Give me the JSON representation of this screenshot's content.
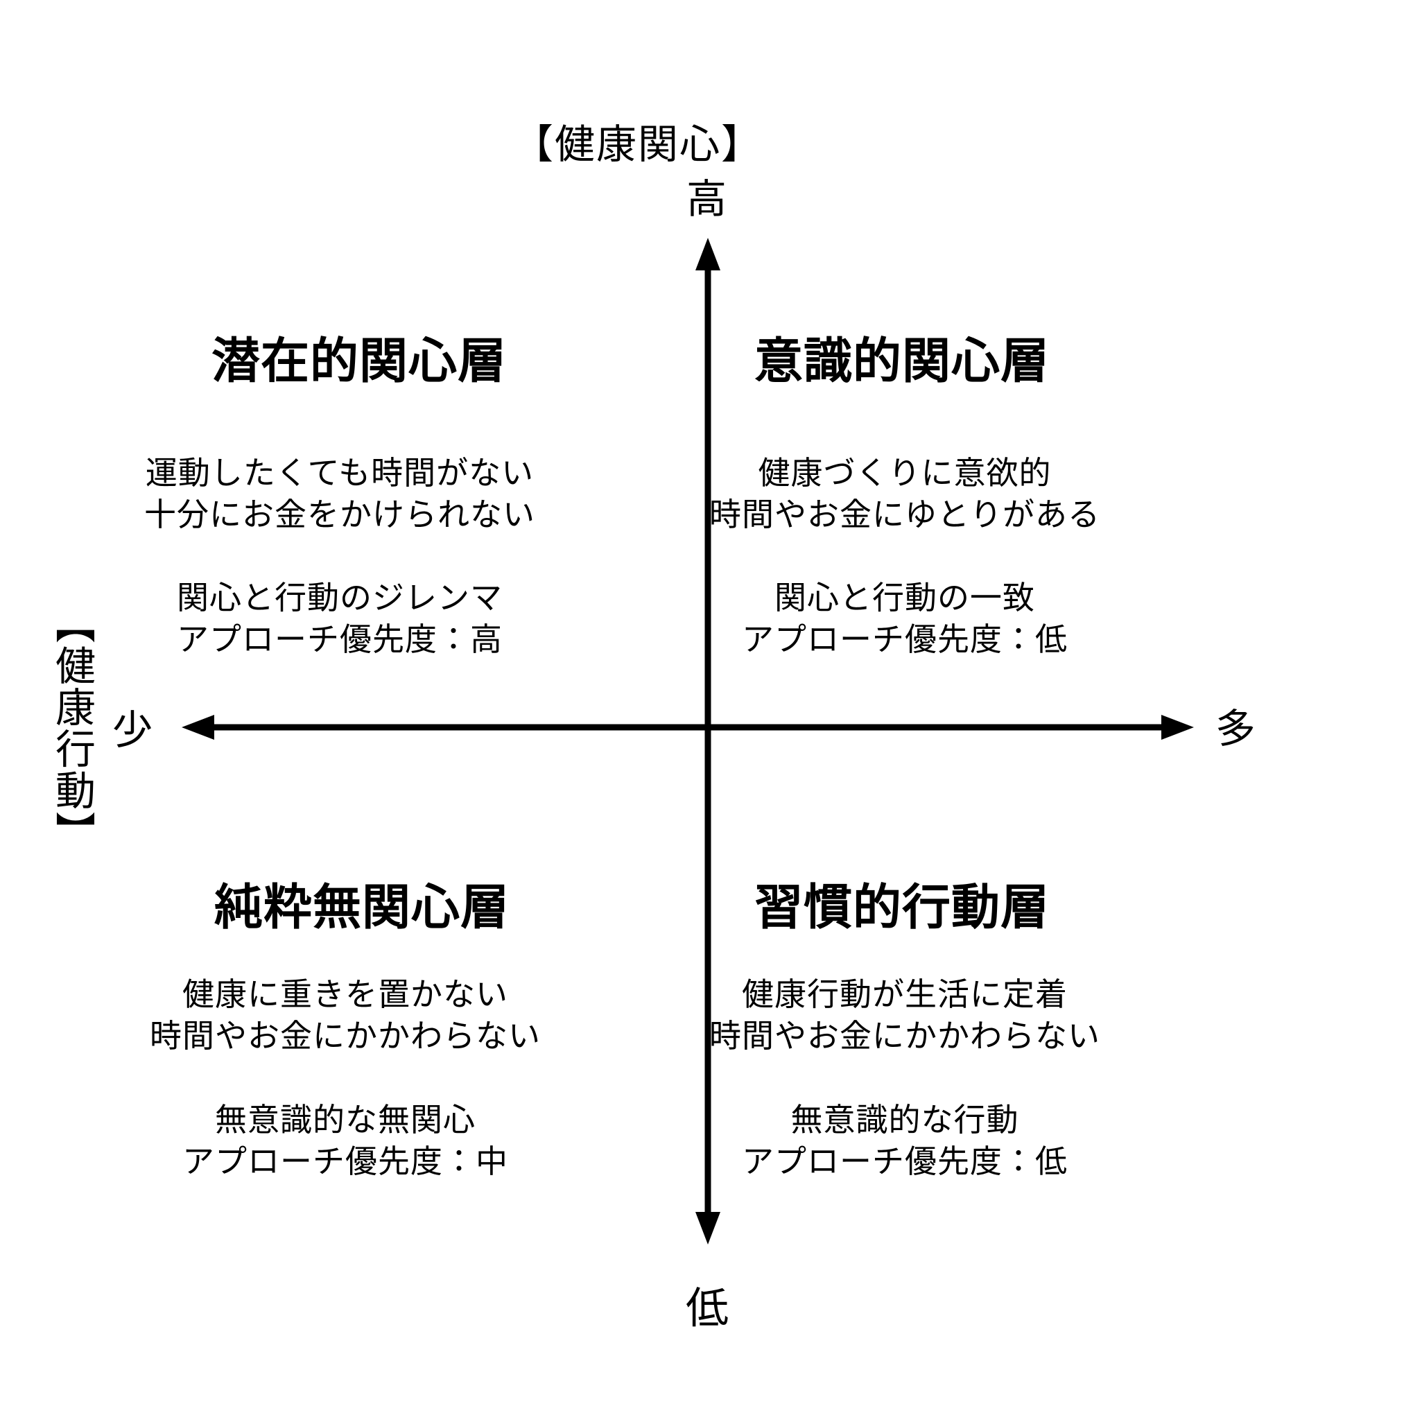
{
  "colors": {
    "ink": "#000000",
    "background": "#ffffff"
  },
  "axes": {
    "y_title": "【健康関心】",
    "y_top_label": "高",
    "y_bottom_label": "低",
    "x_title": "【健康行動】",
    "x_left_label": "少",
    "x_right_label": "多"
  },
  "quadrants": [
    {
      "position": "top-left",
      "title": "潜在的関心層",
      "description": [
        "運動したくても時間がない",
        "十分にお金をかけられない"
      ],
      "note": [
        "関心と行動のジレンマ",
        "アプローチ優先度：高"
      ]
    },
    {
      "position": "top-right",
      "title": "意識的関心層",
      "description": [
        "健康づくりに意欲的",
        "時間やお金にゆとりがある"
      ],
      "note": [
        "関心と行動の一致",
        "アプローチ優先度：低"
      ]
    },
    {
      "position": "bottom-left",
      "title": "純粋無関心層",
      "description": [
        "健康に重きを置かない",
        "時間やお金にかかわらない"
      ],
      "note": [
        "無意識的な無関心",
        "アプローチ優先度：中"
      ]
    },
    {
      "position": "bottom-right",
      "title": "習慣的行動層",
      "description": [
        "健康行動が生活に定着",
        "時間やお金にかかわらない"
      ],
      "note": [
        "無意識的な行動",
        "アプローチ優先度：低"
      ]
    }
  ]
}
